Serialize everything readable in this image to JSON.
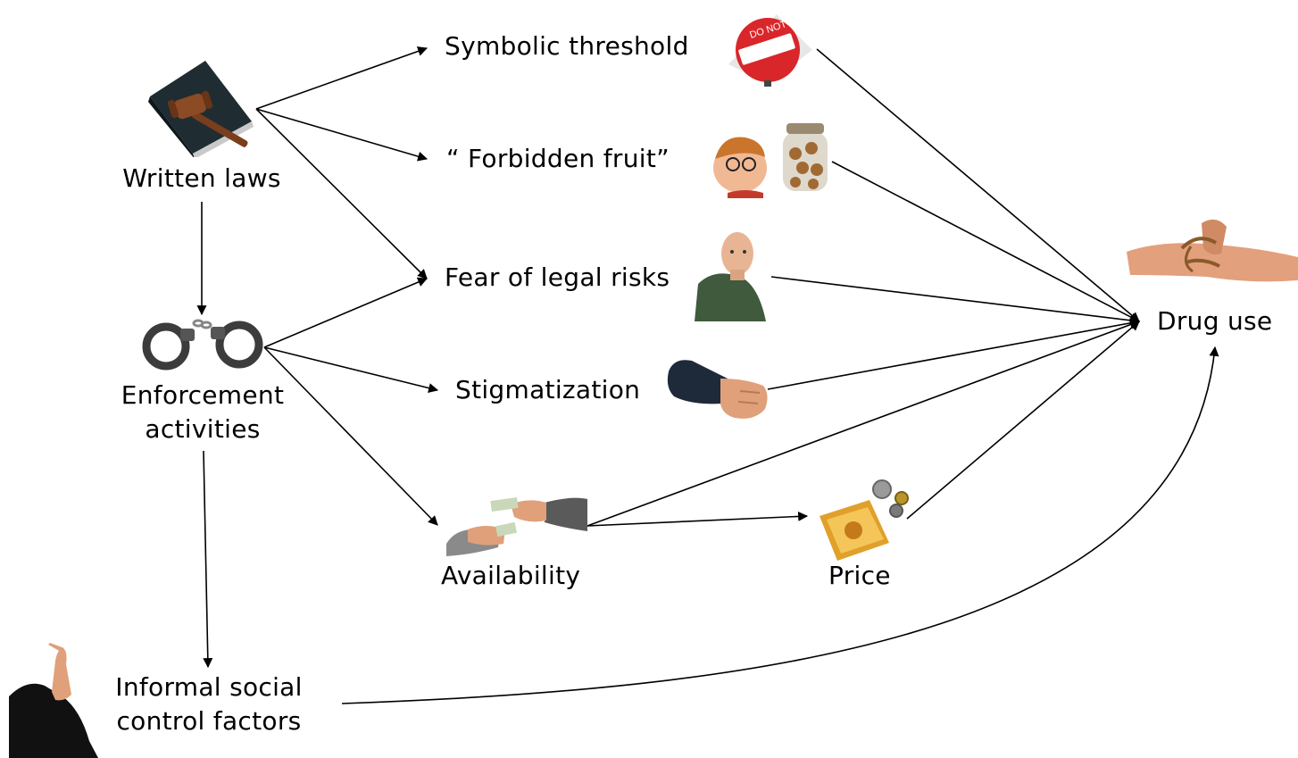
{
  "nodes": {
    "written_laws": "Written laws",
    "enforcement_line1": "Enforcement",
    "enforcement_line2": "activities",
    "informal_line1": "Informal social",
    "informal_line2": "control factors",
    "symbolic_threshold": "Symbolic threshold",
    "forbidden_fruit": "“ Forbidden fruit”",
    "fear_legal_risks": "Fear of legal risks",
    "stigmatization": "Stigmatization",
    "availability": "Availability",
    "price": "Price",
    "drug_use": "Drug use"
  },
  "sign_text": "DO NOT",
  "colors": {
    "arrow": "#000000",
    "sign_red": "#d9262a",
    "wood": "#8a4b25",
    "book": "#1f2d33",
    "skin": "#e8a882",
    "jacket": "#3f5a3c",
    "money": "#e0a02a"
  }
}
